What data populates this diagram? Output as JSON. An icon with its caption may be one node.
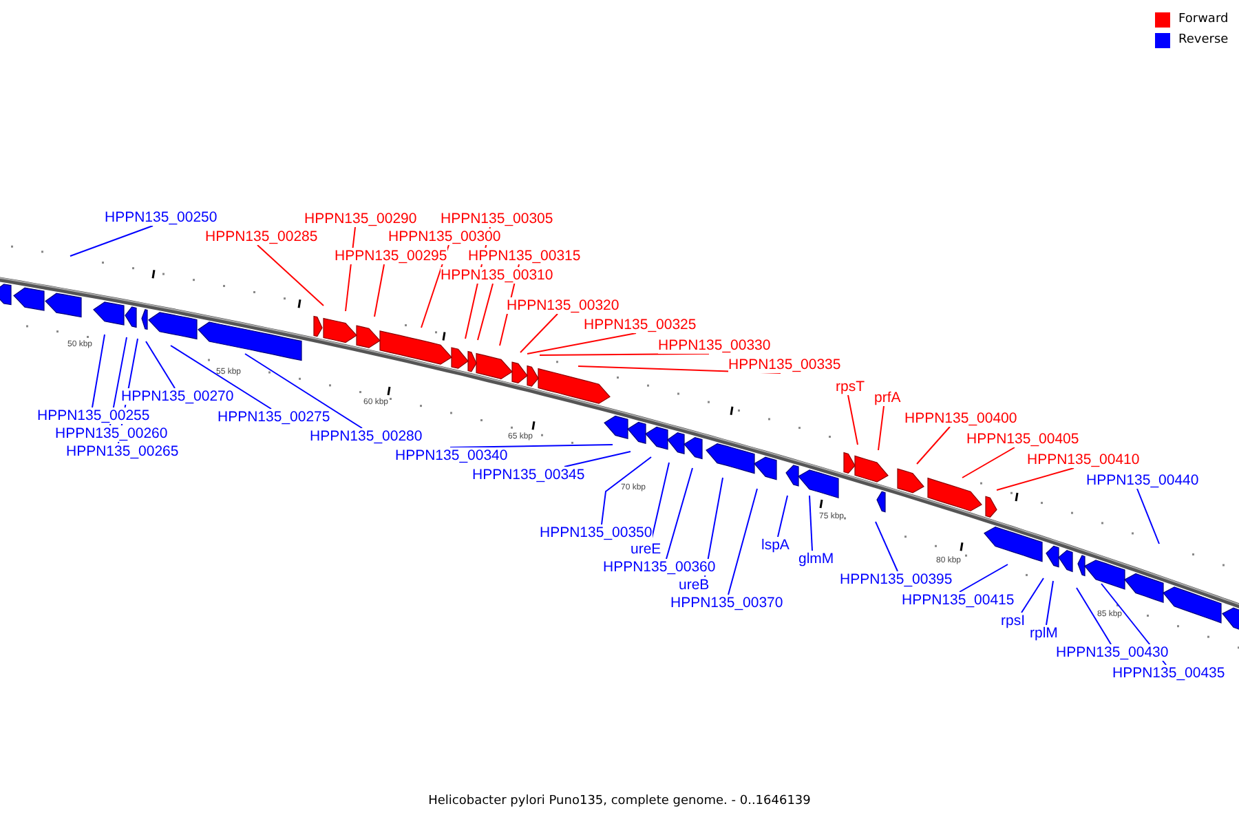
{
  "diagram": {
    "caption": "Helicobacter pylori Puno135, complete genome. - 0..1646139",
    "nodes": [
      {
        "text": [
          "HPPN135_00250"
        ]
      },
      {
        "text": [
          "HPPN135_00285"
        ]
      },
      {
        "text": [
          "HPPN135_00290"
        ]
      },
      {
        "text": [
          "HPPN135_00295"
        ]
      },
      {
        "text": [
          "HPPN135_00300"
        ]
      },
      {
        "text": [
          "HPPN135_00305"
        ]
      },
      {
        "text": [
          "HPPN135_00315"
        ]
      },
      {
        "text": [
          "HPPN135_00310"
        ]
      },
      {
        "text": [
          "HPPN135_00320"
        ]
      },
      {
        "text": [
          "HPPN135_00325"
        ]
      },
      {
        "text": [
          "HPPN135_00330"
        ]
      },
      {
        "text": [
          "HPPN135_00335"
        ]
      },
      {
        "text": [
          "HPPN135_00255"
        ]
      },
      {
        "text": [
          "HPPN135_00260"
        ]
      },
      {
        "text": [
          "HPPN135_00265"
        ]
      },
      {
        "text": [
          "HPPN135_00270"
        ]
      },
      {
        "text": [
          "HPPN135_00275"
        ]
      },
      {
        "text": [
          "HPPN135_00280"
        ]
      },
      {
        "text": [
          "rpsT"
        ]
      },
      {
        "text": [
          "prfA"
        ]
      },
      {
        "text": [
          "HPPN135_00400"
        ]
      },
      {
        "text": [
          "HPPN135_00340"
        ]
      },
      {
        "text": [
          "HPPN135_00405"
        ]
      },
      {
        "text": [
          "HPPN135_00345"
        ]
      },
      {
        "text": [
          "HPPN135_00410"
        ]
      },
      {
        "text": [
          "HPPN135_00440"
        ]
      },
      {
        "text": [
          "HPPN135_00350"
        ]
      },
      {
        "text": [
          "lspA"
        ]
      },
      {
        "text": [
          "ureE"
        ]
      },
      {
        "text": [
          "glmM"
        ]
      },
      {
        "text": [
          "HPPN135_00360"
        ]
      },
      {
        "text": [
          "HPPN135_00395"
        ]
      },
      {
        "text": [
          "ureB"
        ]
      },
      {
        "text": [
          "HPPN135_00370"
        ]
      },
      {
        "text": [
          "HPPN135_00415"
        ]
      },
      {
        "text": [
          "rpsI"
        ]
      },
      {
        "text": [
          "rplM"
        ]
      },
      {
        "text": [
          "HPPN135_00430"
        ]
      },
      {
        "text": [
          "HPPN135_00435"
        ]
      }
    ],
    "edges": [
      {
        "from": 0,
        "to": null,
        "arrow": "none"
      },
      {
        "from": 1,
        "to": null,
        "arrow": "none",
        "color": "#ff0000"
      },
      {
        "from": 2,
        "to": null,
        "arrow": "none",
        "color": "#ff0000"
      },
      {
        "from": 3,
        "to": null,
        "arrow": "none",
        "color": "#ff0000"
      },
      {
        "from": 4,
        "to": null,
        "arrow": "none",
        "color": "#ff0000"
      },
      {
        "from": 5,
        "to": null,
        "arrow": "none",
        "color": "#ff0000"
      },
      {
        "from": 6,
        "to": null,
        "arrow": "none",
        "color": "#ff0000"
      },
      {
        "from": 7,
        "to": null,
        "arrow": "none",
        "color": "#ff0000"
      },
      {
        "from": 8,
        "to": null,
        "arrow": "none",
        "color": "#ff0000"
      },
      {
        "from": 9,
        "to": null,
        "arrow": "none",
        "color": "#ff0000"
      },
      {
        "from": 10,
        "to": null,
        "arrow": "none",
        "color": "#ff0000"
      },
      {
        "from": 11,
        "to": null,
        "arrow": "none",
        "color": "#ff0000"
      },
      {
        "from": 12,
        "to": null,
        "arrow": "none"
      },
      {
        "from": 13,
        "to": null,
        "arrow": "none"
      },
      {
        "from": 14,
        "to": null,
        "arrow": "none"
      },
      {
        "from": 15,
        "to": null,
        "arrow": "none"
      },
      {
        "from": 16,
        "to": null,
        "arrow": "none"
      },
      {
        "from": 17,
        "to": null,
        "arrow": "none"
      },
      {
        "from": 18,
        "to": null,
        "arrow": "none",
        "color": "#ff0000"
      },
      {
        "from": 19,
        "to": null,
        "arrow": "none",
        "color": "#ff0000"
      },
      {
        "from": 20,
        "to": null,
        "arrow": "none",
        "color": "#ff0000"
      },
      {
        "from": 21,
        "to": null,
        "arrow": "none"
      },
      {
        "from": 22,
        "to": null,
        "arrow": "none",
        "color": "#ff0000"
      },
      {
        "from": 23,
        "to": null,
        "arrow": "none"
      },
      {
        "from": 24,
        "to": null,
        "arrow": "none",
        "color": "#ff0000"
      },
      {
        "from": 25,
        "to": null,
        "arrow": "none"
      },
      {
        "from": 26,
        "to": null,
        "arrow": "none"
      },
      {
        "from": 27,
        "to": null,
        "arrow": "none"
      },
      {
        "from": 28,
        "to": null,
        "arrow": "none"
      },
      {
        "from": 29,
        "to": null,
        "arrow": "none"
      },
      {
        "from": 30,
        "to": null,
        "arrow": "none"
      },
      {
        "from": 31,
        "to": null,
        "arrow": "none"
      },
      {
        "from": 32,
        "to": null,
        "arrow": "none"
      },
      {
        "from": 33,
        "to": null,
        "arrow": "none"
      },
      {
        "from": 34,
        "to": null,
        "arrow": "none"
      },
      {
        "from": 35,
        "to": null,
        "arrow": "none"
      },
      {
        "from": 36,
        "to": null,
        "arrow": "none"
      },
      {
        "from": 37,
        "to": null,
        "arrow": "none"
      },
      {
        "from": 38,
        "to": null,
        "arrow": "none"
      }
    ],
    "labels": [
      "50 kbp",
      "55 kbp",
      "60 kbp",
      "65 kbp",
      "70 kbp",
      "75 kbp",
      "80 kbp",
      "85 kbp"
    ],
    "legend": [
      {
        "text": "Forward",
        "color": "#ff0000"
      },
      {
        "text": "Reverse",
        "color": "#0000ff"
      }
    ]
  }
}
